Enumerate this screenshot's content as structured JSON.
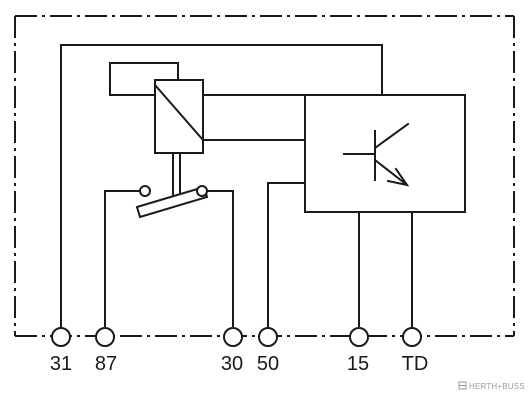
{
  "diagram": {
    "terminals": [
      {
        "id": "t31",
        "label": "31"
      },
      {
        "id": "t87",
        "label": "87"
      },
      {
        "id": "t30",
        "label": "30"
      },
      {
        "id": "t50",
        "label": "50"
      },
      {
        "id": "t15",
        "label": "15"
      },
      {
        "id": "tTD",
        "label": "TD"
      }
    ],
    "watermark": "HERTH+BUSS",
    "colors": {
      "line": "#1a1a1a",
      "background": "#ffffff",
      "watermark": "#9a9a9a"
    }
  }
}
